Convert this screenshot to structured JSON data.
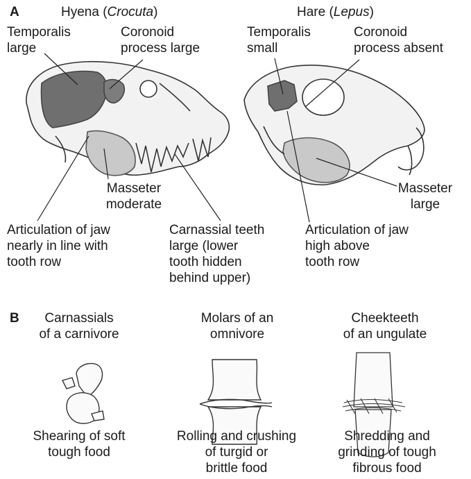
{
  "panel_a": {
    "letter": "A",
    "hyena": {
      "title_prefix": "Hyena (",
      "title_genus": "Crocuta",
      "title_suffix": ")",
      "temporalis": [
        "Temporalis",
        "large"
      ],
      "coronoid": [
        "Coronoid",
        "process large"
      ],
      "masseter": [
        "Masseter",
        "moderate"
      ],
      "articulation": [
        "Articulation of jaw",
        "nearly in line with",
        "tooth row"
      ],
      "carnassial": [
        "Carnassial teeth",
        "large (lower",
        "tooth hidden",
        "behind upper)"
      ]
    },
    "hare": {
      "title_prefix": "Hare (",
      "title_genus": "Lepus",
      "title_suffix": ")",
      "temporalis": [
        "Temporalis",
        "small"
      ],
      "coronoid": [
        "Coronoid",
        "process absent"
      ],
      "masseter": [
        "Masseter",
        "large"
      ],
      "articulation": [
        "Articulation of jaw",
        "high above",
        "tooth row"
      ]
    }
  },
  "panel_b": {
    "letter": "B",
    "items": [
      {
        "title": [
          "Carnassials",
          "of a carnivore"
        ],
        "caption": [
          "Shearing of soft",
          "tough food"
        ]
      },
      {
        "title": [
          "Molars of an",
          "omnivore"
        ],
        "caption": [
          "Rolling and crushing",
          "of turgid or",
          "brittle food"
        ]
      },
      {
        "title": [
          "Cheekteeth",
          "of an ungulate"
        ],
        "caption": [
          "Shredding and",
          "grinding of tough",
          "fibrous food"
        ]
      }
    ]
  },
  "colors": {
    "muscle_dark": "#6f6f6f",
    "muscle_light": "#c9c9c9",
    "ink": "#333333"
  }
}
